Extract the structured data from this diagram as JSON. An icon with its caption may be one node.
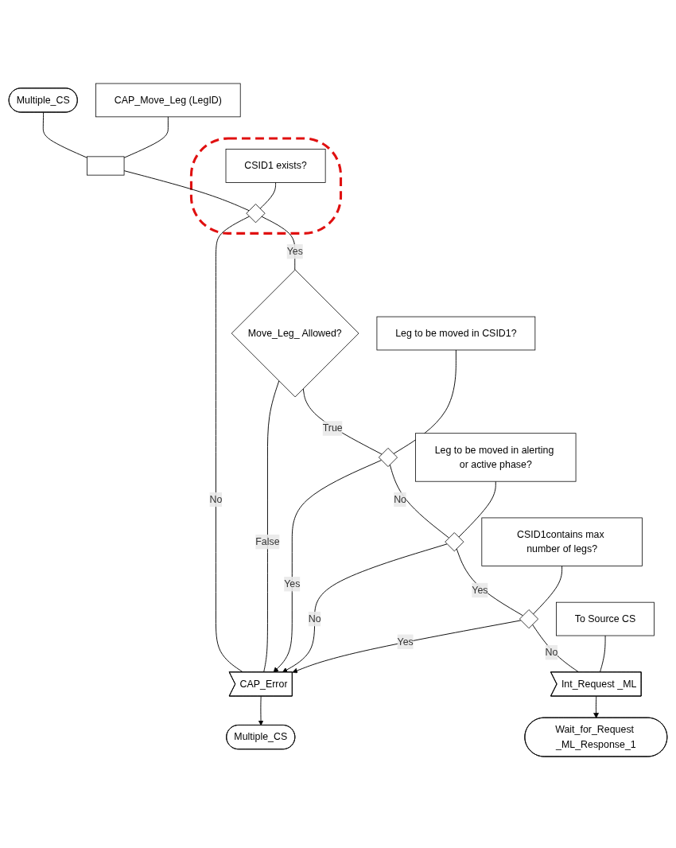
{
  "diagram": {
    "nodes": [
      {
        "text": [
          "Multiple_CS"
        ]
      },
      {
        "text": [],
        "shape": "box"
      },
      {
        "text": [
          "CAP_Move_Leg (LegID)"
        ]
      },
      {
        "text": [],
        "shape": "ellipse"
      },
      {
        "text": [
          "CSID1 exists?"
        ],
        "in": 3
      },
      {
        "text": [],
        "shape": "diamond",
        "in": 3
      },
      {
        "text": [
          "Move_Leg_ Allowed?"
        ]
      },
      {
        "text": [
          "Leg to be moved in CSID1?"
        ]
      },
      {
        "text": [],
        "shape": "diamond"
      },
      {
        "text": [
          "Leg to be moved in alerting or active phase?"
        ]
      },
      {
        "text": [],
        "shape": "diamond"
      },
      {
        "text": [
          "CSID1contains max number of legs?"
        ]
      },
      {
        "text": [],
        "shape": "diamond"
      },
      {
        "text": [
          "To Source CS"
        ]
      },
      {
        "text": [
          "Int_Request _ML"
        ]
      },
      {
        "text": [
          "Wait_for_Request _ML_Response_1"
        ]
      },
      {
        "text": [
          "CAP_Error"
        ]
      },
      {
        "text": [
          "Multiple_CS"
        ]
      }
    ],
    "edges": [
      {
        "from": 0,
        "to": 1,
        "arrow": "none"
      },
      {
        "from": 2,
        "to": 1,
        "arrow": "none"
      },
      {
        "from": 1,
        "to": 5,
        "arrow": "none"
      },
      {
        "from": 4,
        "to": 5,
        "arrow": "none"
      },
      {
        "from": 5,
        "to": 6,
        "label": "Yes",
        "arrow": "none"
      },
      {
        "from": 5,
        "to": 16,
        "label": "No",
        "arrow": "none"
      },
      {
        "from": 6,
        "to": 16,
        "label": "False",
        "arrow": "none"
      },
      {
        "from": 6,
        "to": 8,
        "label": "True",
        "arrow": "none"
      },
      {
        "from": 7,
        "to": 8,
        "arrow": "none"
      },
      {
        "from": 8,
        "to": 16,
        "label": "Yes",
        "arrow": "to"
      },
      {
        "from": 8,
        "to": 10,
        "label": "No",
        "arrow": "none"
      },
      {
        "from": 9,
        "to": 10,
        "arrow": "none"
      },
      {
        "from": 10,
        "to": 16,
        "label": "No",
        "arrow": "to"
      },
      {
        "from": 10,
        "to": 12,
        "label": "Yes",
        "arrow": "none"
      },
      {
        "from": 11,
        "to": 12,
        "arrow": "none"
      },
      {
        "from": 12,
        "to": 16,
        "label": "Yes",
        "arrow": "to"
      },
      {
        "from": 12,
        "to": 14,
        "label": "No",
        "arrow": "none"
      },
      {
        "from": 13,
        "to": 14,
        "arrow": "none"
      },
      {
        "from": 14,
        "to": 15,
        "arrow": "to"
      },
      {
        "from": 16,
        "to": 17,
        "arrow": "to"
      }
    ]
  }
}
